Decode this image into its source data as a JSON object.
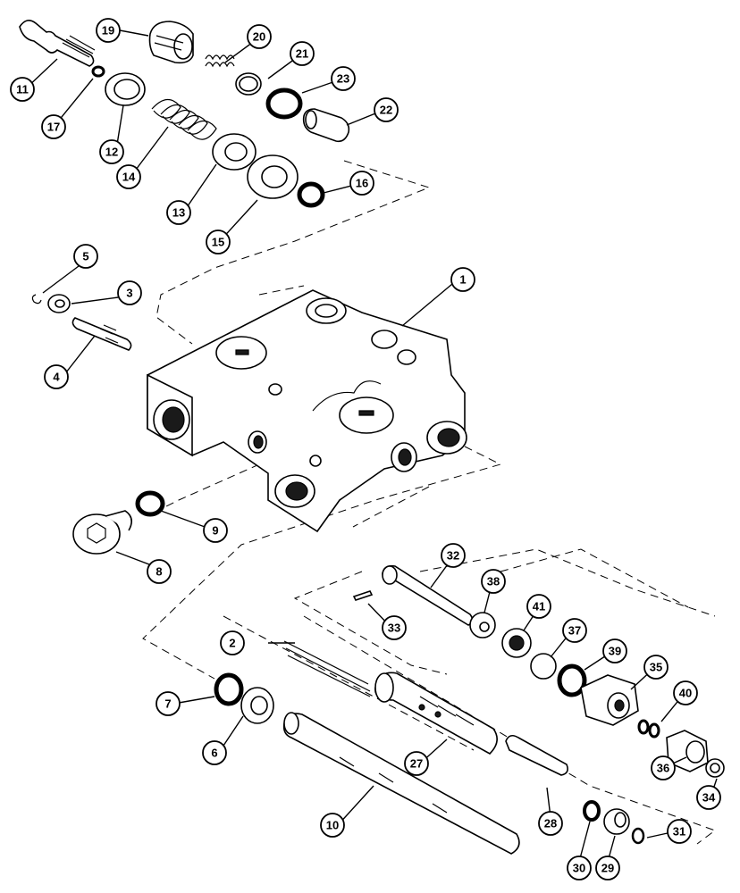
{
  "colors": {
    "ink": "#000000",
    "paper": "#ffffff"
  },
  "callouts": [
    {
      "label": "1"
    },
    {
      "label": "2"
    },
    {
      "label": "3"
    },
    {
      "label": "4"
    },
    {
      "label": "5"
    },
    {
      "label": "6"
    },
    {
      "label": "7"
    },
    {
      "label": "8"
    },
    {
      "label": "9"
    },
    {
      "label": "10"
    },
    {
      "label": "11"
    },
    {
      "label": "12"
    },
    {
      "label": "13"
    },
    {
      "label": "14"
    },
    {
      "label": "15"
    },
    {
      "label": "16"
    },
    {
      "label": "17"
    },
    {
      "label": "19"
    },
    {
      "label": "20"
    },
    {
      "label": "21"
    },
    {
      "label": "22"
    },
    {
      "label": "23"
    },
    {
      "label": "27"
    },
    {
      "label": "28"
    },
    {
      "label": "29"
    },
    {
      "label": "30"
    },
    {
      "label": "31"
    },
    {
      "label": "32"
    },
    {
      "label": "33"
    },
    {
      "label": "34"
    },
    {
      "label": "35"
    },
    {
      "label": "36"
    },
    {
      "label": "37"
    },
    {
      "label": "38"
    },
    {
      "label": "39"
    },
    {
      "label": "40"
    },
    {
      "label": "41"
    }
  ]
}
